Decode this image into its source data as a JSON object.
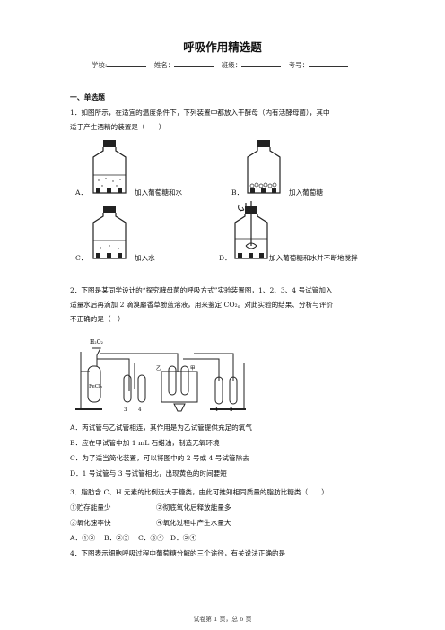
{
  "title": "呼吸作用精选题",
  "info": {
    "school": "学校:",
    "name": "姓名：",
    "class": "班级：",
    "number": "考号："
  },
  "section1": "一、单选题",
  "q1": {
    "line1": "1．如图所示，在适宜的温度条件下，下列装置中都放入干酵母（内有活酵母菌），其中",
    "line2": "适于产生酒精的装置是（　　）",
    "options": [
      {
        "letter": "A．",
        "text": "加入葡萄糖和水"
      },
      {
        "letter": "B．",
        "text": "加入葡萄糖"
      },
      {
        "letter": "C．",
        "text": "加入水"
      },
      {
        "letter": "D．",
        "text": "加入葡萄糖和水并不断地搅拌"
      }
    ]
  },
  "q2": {
    "line1": "2．下图是某同学设计的“探究酵母菌的呼吸方式”实验装置图，1、2、3、4 号试管加入",
    "line2": "适量水后再滴加 2 滴溴麝香草酚蓝溶液，用来鉴定 CO₂。对此实验的结果、分析与评价",
    "line3": "不正确的是（　）",
    "fig_labels": {
      "h2o2": "H₂O₂",
      "fecl3": "FeCl₃",
      "jia": "甲",
      "yi": "乙",
      "nums": [
        "3",
        "4",
        "1",
        "2"
      ]
    },
    "options": [
      "A．丙试管与乙试管相连，其作用是为乙试管提供充足的氧气",
      "B．应在甲试管中加 1 mL 石蜡油，制造无氧环境",
      "C．为了适当简化装置，可以将图中的 2 号或 4 号试管除去",
      "D．1 号试管与 3 号试管相比，出现黄色的时间要短"
    ]
  },
  "q3": {
    "line1": "3．脂肪含 C、H 元素的比例远大于糖类，由此可推知相同质量的脂肪比糖类（　　）",
    "opts": [
      "①贮存能量少",
      "②彻底氧化后释放能量多",
      "③氧化速率快",
      "④氧化过程中产生水量大"
    ],
    "answers": [
      "A．①②",
      "B．②③",
      "C．③④",
      "D．②④"
    ]
  },
  "q4": {
    "line1": "4．下图表示细胞呼吸过程中葡萄糖分解的三个途径，有关说法正确的是"
  },
  "footer": "试卷第 1 页，总 6 页"
}
